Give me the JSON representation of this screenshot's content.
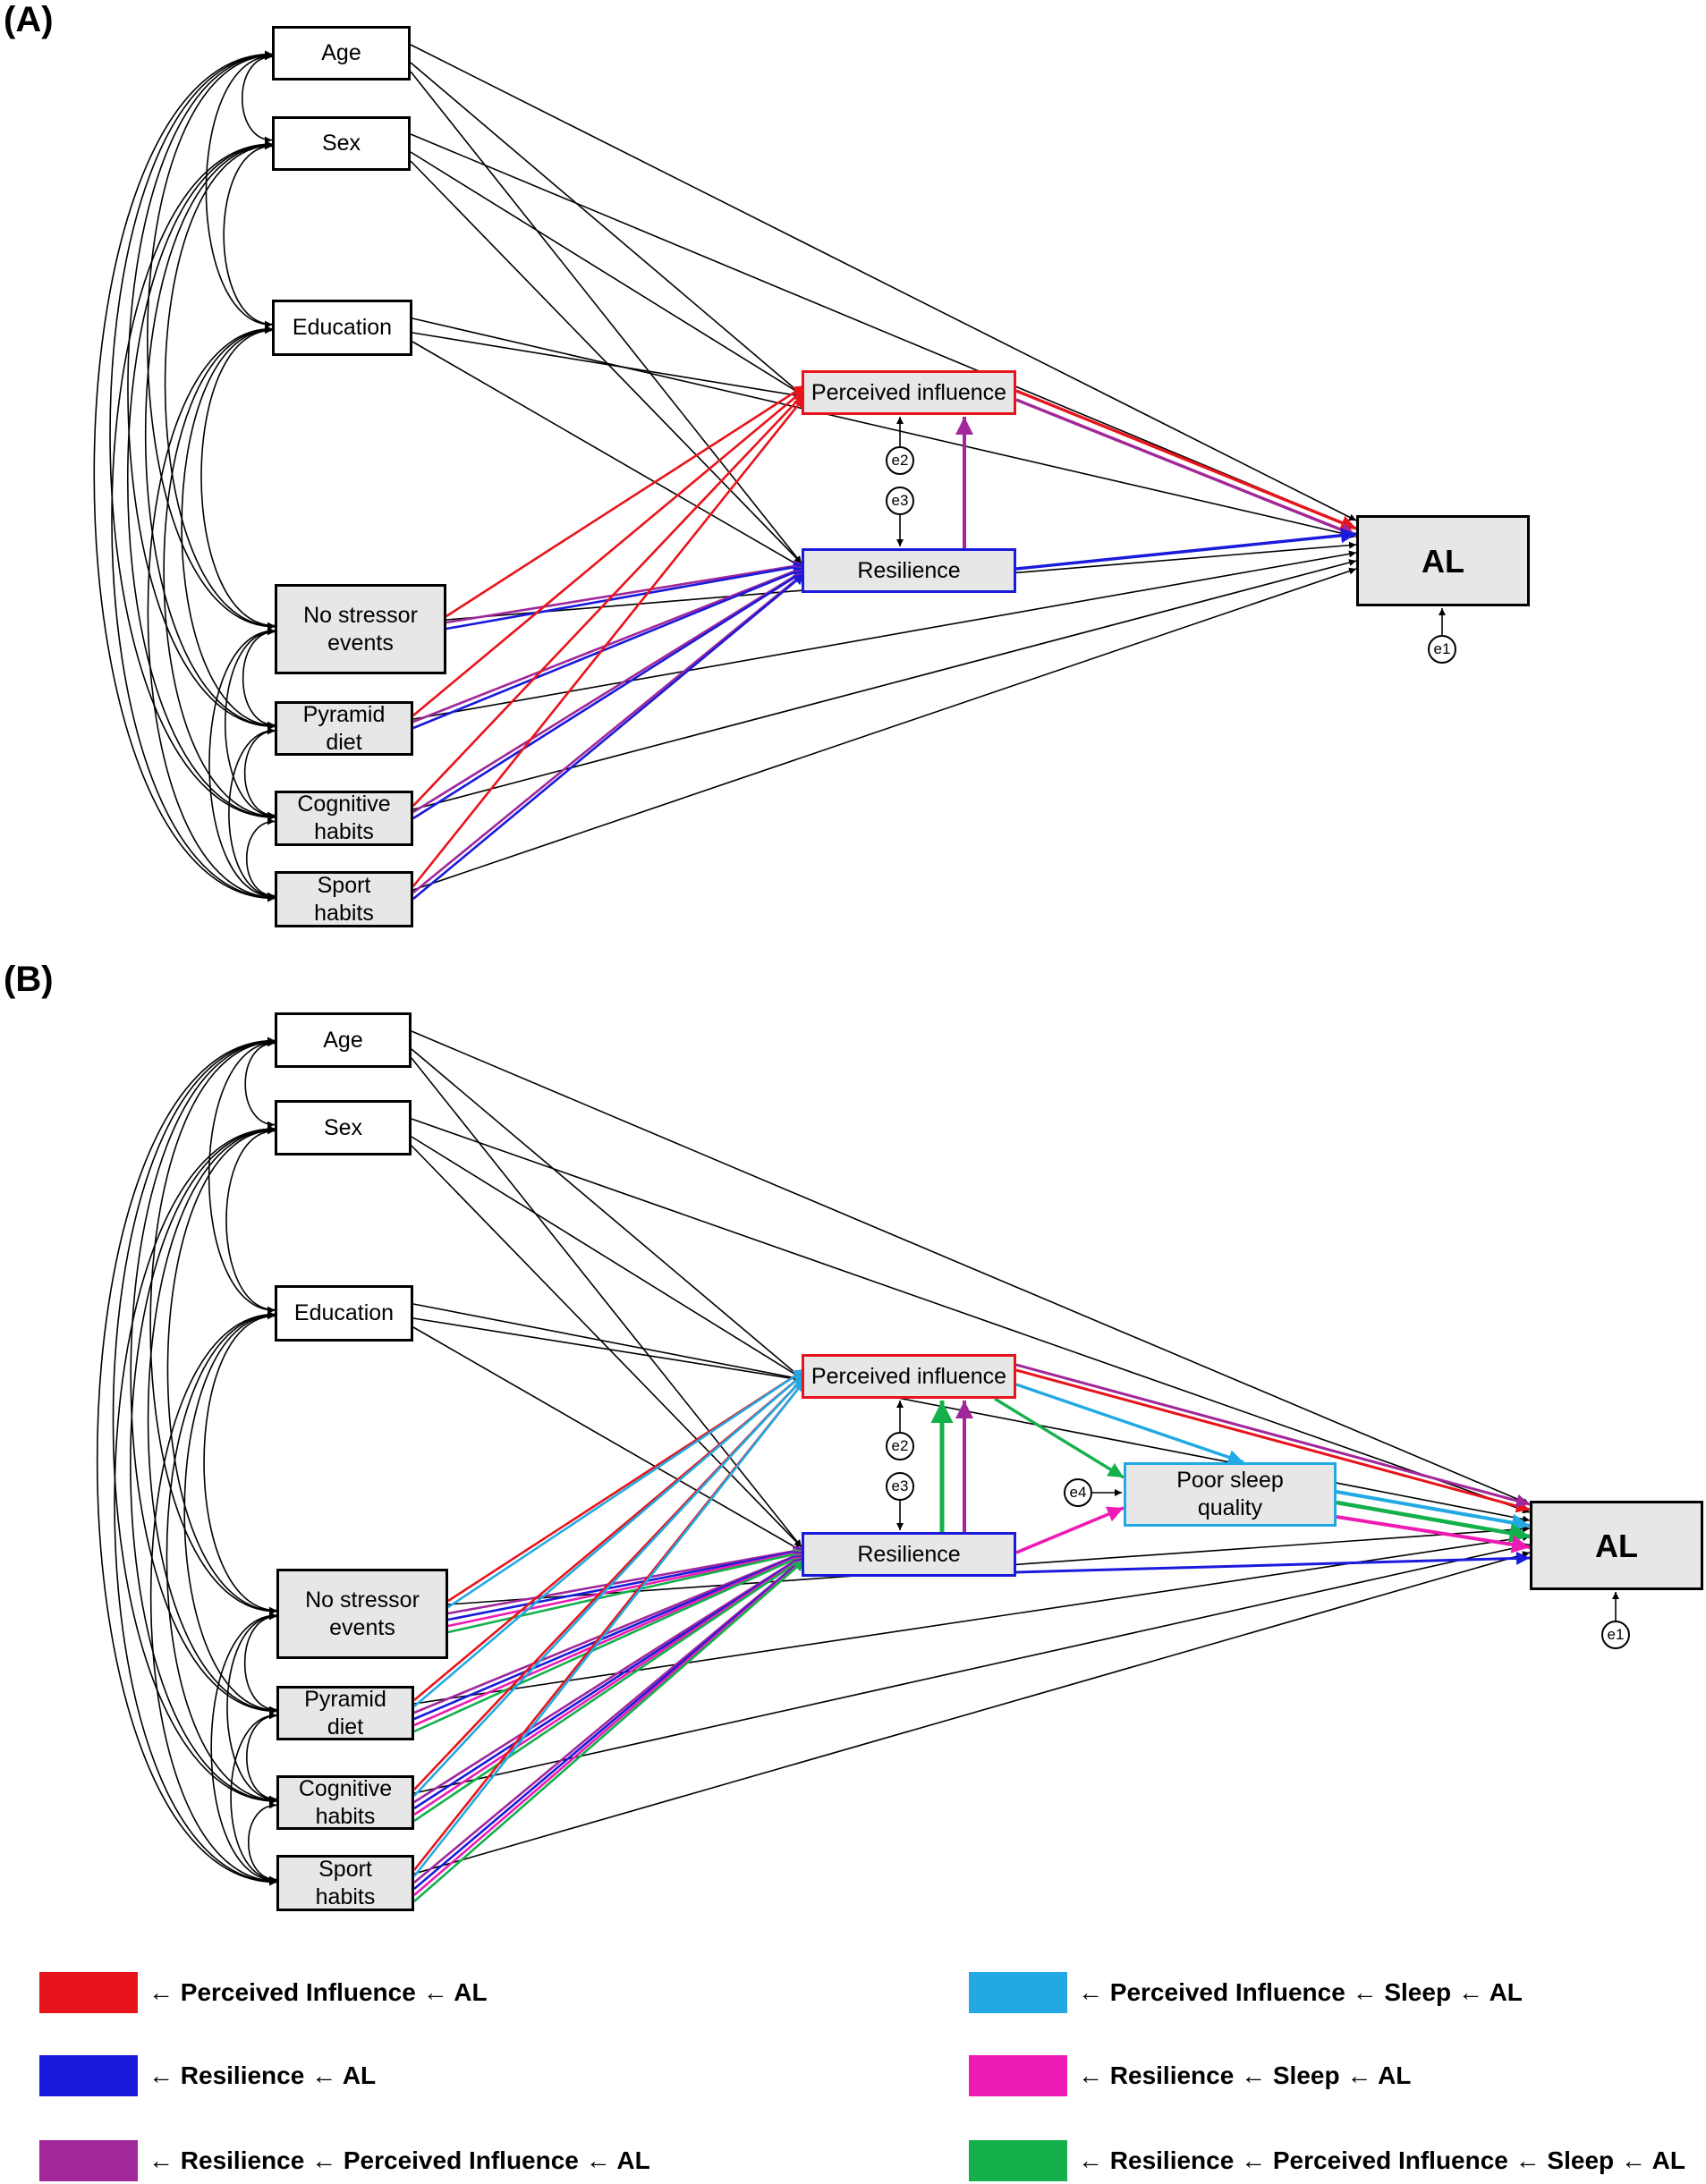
{
  "panels": [
    {
      "label": "(A)",
      "nodes": {
        "age": "Age",
        "sex": "Sex",
        "edu": "Education",
        "stress": "No stressor\nevents",
        "diet": "Pyramid\ndiet",
        "cog": "Cognitive\nhabits",
        "sport": "Sport\nhabits",
        "pi": "Perceived influence",
        "res": "Resilience",
        "al": "AL"
      },
      "errors": {
        "e1": "e1",
        "e2": "e2",
        "e3": "e3"
      }
    },
    {
      "label": "(B)",
      "nodes": {
        "age": "Age",
        "sex": "Sex",
        "edu": "Education",
        "stress": "No stressor\nevents",
        "diet": "Pyramid\ndiet",
        "cog": "Cognitive\nhabits",
        "sport": "Sport\nhabits",
        "pi": "Perceived influence",
        "res": "Resilience",
        "sleep": "Poor sleep\nquality",
        "al": "AL"
      },
      "errors": {
        "e1": "e1",
        "e2": "e2",
        "e3": "e3",
        "e4": "e4"
      }
    }
  ],
  "colors": {
    "red": "#e8141b",
    "blue": "#1a1adc",
    "purple": "#a1279a",
    "cyan": "#22a9e3",
    "magenta": "#ee1ab4",
    "green": "#13b04b",
    "black": "#000000"
  },
  "legend": [
    {
      "color": "#e8141b",
      "text": "← Perceived Influence ← AL"
    },
    {
      "color": "#1a1adc",
      "text": "← Resilience ← AL"
    },
    {
      "color": "#a1279a",
      "text": "← Resilience ← Perceived Influence ← AL"
    },
    {
      "color": "#22a9e3",
      "text": "← Perceived Influence ← Sleep ← AL"
    },
    {
      "color": "#ee1ab4",
      "text": "← Resilience ← Sleep ← AL"
    },
    {
      "color": "#13b04b",
      "text": "← Resilience ← Perceived Influence ← Sleep ← AL"
    }
  ]
}
